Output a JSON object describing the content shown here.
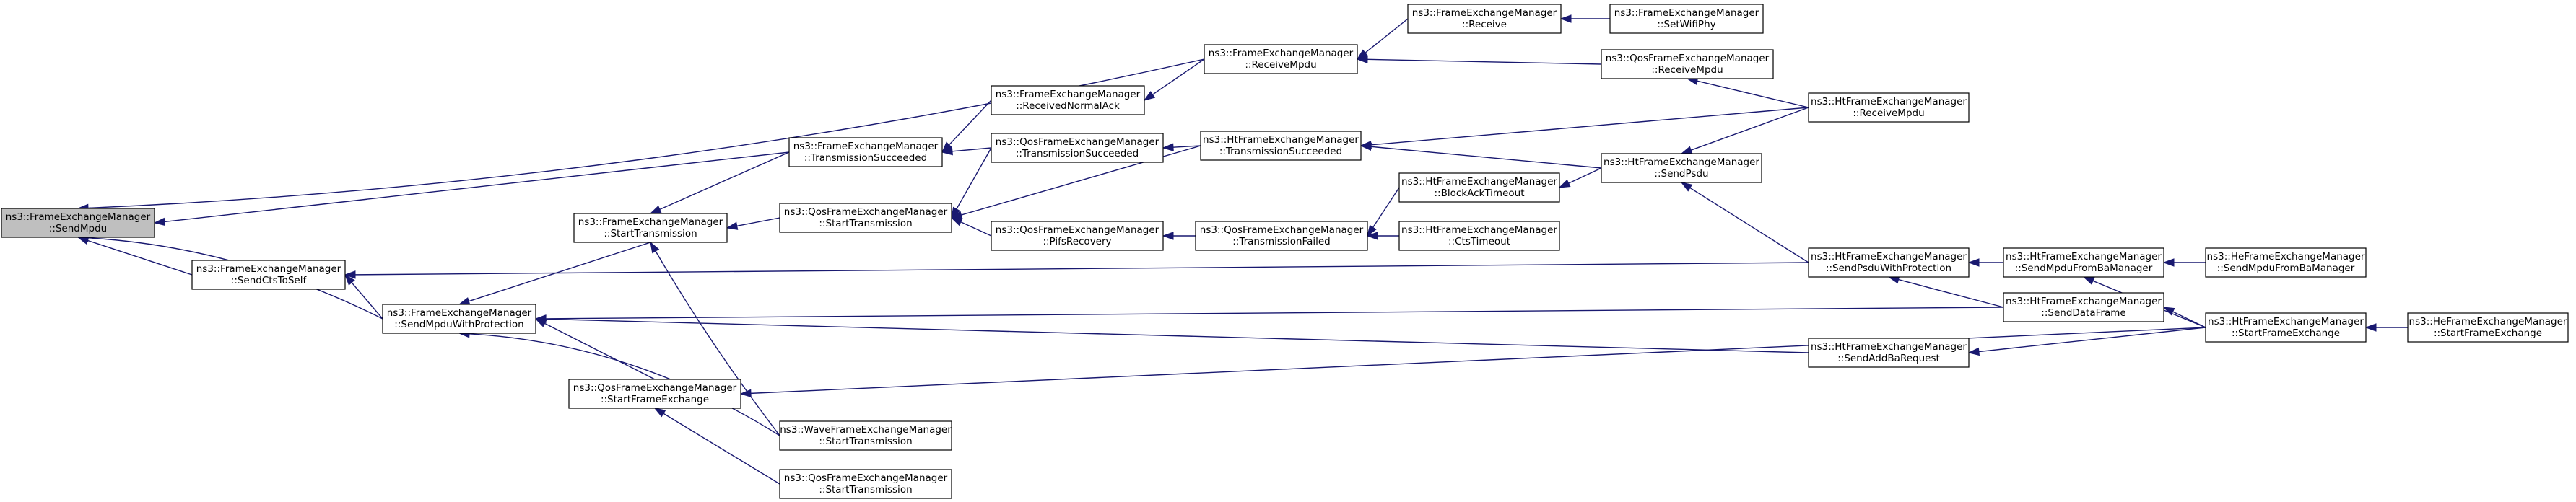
{
  "colors": {
    "edge": "#191970",
    "root_fill": "#bfbfbf",
    "node_fill": "#ffffff",
    "node_border": "#000000"
  },
  "nodes": {
    "sendmpdu": {
      "line1": "ns3::FrameExchangeManager",
      "line2": "::SendMpdu"
    },
    "sendcts": {
      "line1": "ns3::FrameExchangeManager",
      "line2": "::SendCtsToSelf"
    },
    "sendmpduprot": {
      "line1": "ns3::FrameExchangeManager",
      "line2": "::SendMpduWithProtection"
    },
    "fem_start": {
      "line1": "ns3::FrameExchangeManager",
      "line2": "::StartTransmission"
    },
    "qos_sfe": {
      "line1": "ns3::QosFrameExchangeManager",
      "line2": "::StartFrameExchange"
    },
    "fem_ts": {
      "line1": "ns3::FrameExchangeManager",
      "line2": "::TransmissionSucceeded"
    },
    "qos_start": {
      "line1": "ns3::QosFrameExchangeManager",
      "line2": "::StartTransmission"
    },
    "wave_start": {
      "line1": "ns3::WaveFrameExchangeManager",
      "line2": "::StartTransmission"
    },
    "qos_start2": {
      "line1": "ns3::QosFrameExchangeManager",
      "line2": "::StartTransmission"
    },
    "fem_rna": {
      "line1": "ns3::FrameExchangeManager",
      "line2": "::ReceivedNormalAck"
    },
    "qos_ts": {
      "line1": "ns3::QosFrameExchangeManager",
      "line2": "::TransmissionSucceeded"
    },
    "qos_pifs": {
      "line1": "ns3::QosFrameExchangeManager",
      "line2": "::PifsRecovery"
    },
    "fem_rmpdu": {
      "line1": "ns3::FrameExchangeManager",
      "line2": "::ReceiveMpdu"
    },
    "ht_ts": {
      "line1": "ns3::HtFrameExchangeManager",
      "line2": "::TransmissionSucceeded"
    },
    "qos_tf": {
      "line1": "ns3::QosFrameExchangeManager",
      "line2": "::TransmissionFailed"
    },
    "fem_receive": {
      "line1": "ns3::FrameExchangeManager",
      "line2": "::Receive"
    },
    "qos_rmpdu": {
      "line1": "ns3::QosFrameExchangeManager",
      "line2": "::ReceiveMpdu"
    },
    "ht_bat": {
      "line1": "ns3::HtFrameExchangeManager",
      "line2": "::BlockAckTimeout"
    },
    "ht_cts": {
      "line1": "ns3::HtFrameExchangeManager",
      "line2": "::CtsTimeout"
    },
    "ht_sendpsdu": {
      "line1": "ns3::HtFrameExchangeManager",
      "line2": "::SendPsdu"
    },
    "fem_setphy": {
      "line1": "ns3::FrameExchangeManager",
      "line2": "::SetWifiPhy"
    },
    "ht_rmpdu": {
      "line1": "ns3::HtFrameExchangeManager",
      "line2": "::ReceiveMpdu"
    },
    "ht_spwp": {
      "line1": "ns3::HtFrameExchangeManager",
      "line2": "::SendPsduWithProtection"
    },
    "ht_addba": {
      "line1": "ns3::HtFrameExchangeManager",
      "line2": "::SendAddBaRequest"
    },
    "ht_smfbm": {
      "line1": "ns3::HtFrameExchangeManager",
      "line2": "::SendMpduFromBaManager"
    },
    "ht_sdf": {
      "line1": "ns3::HtFrameExchangeManager",
      "line2": "::SendDataFrame"
    },
    "ht_sfe": {
      "line1": "ns3::HtFrameExchangeManager",
      "line2": "::StartFrameExchange"
    },
    "he_smfbm": {
      "line1": "ns3::HeFrameExchangeManager",
      "line2": "::SendMpduFromBaManager"
    },
    "he_sfe": {
      "line1": "ns3::HeFrameExchangeManager",
      "line2": "::StartFrameExchange"
    }
  }
}
